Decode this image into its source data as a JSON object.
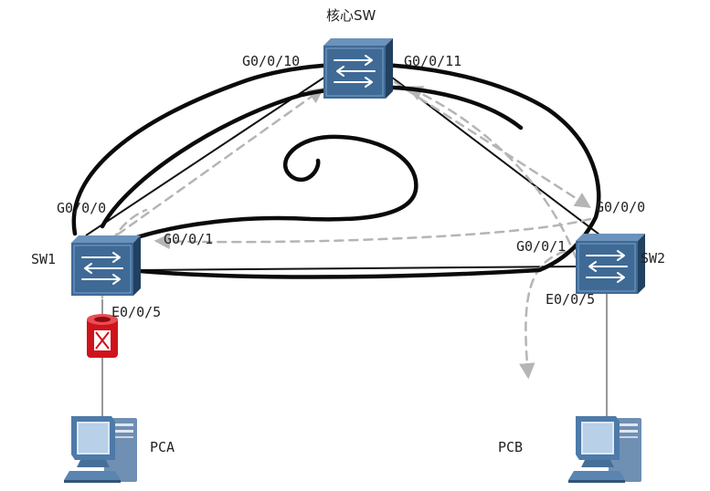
{
  "diagram": {
    "devices": {
      "core": {
        "label": "核心SW"
      },
      "sw1": {
        "label": "SW1"
      },
      "sw2": {
        "label": "SW2"
      },
      "pca": {
        "label": "PCA"
      },
      "pcb": {
        "label": "PCB"
      }
    },
    "ports": {
      "core_g0_0_10": "G0/0/10",
      "core_g0_0_11": "G0/0/11",
      "sw1_g0_0_0": "G0/0/0",
      "sw1_g0_0_1": "G0/0/1",
      "sw1_e0_0_5": "E0/0/5",
      "sw2_g0_0_0": "G0/0/0",
      "sw2_g0_0_1": "G0/0/1",
      "sw2_e0_0_5": "E0/0/5"
    },
    "colors": {
      "switch_fill": "#3f6a96",
      "switch_top": "#6b92bb",
      "switch_side": "#22405f",
      "link": "#111111",
      "loop_path": "#b5b5b5",
      "firewall": "#d0121b",
      "pc_body": "#4d7aa8"
    },
    "icons": {
      "switch": "switch-icon",
      "pc": "pc-icon",
      "firewall": "firewall-icon"
    }
  }
}
